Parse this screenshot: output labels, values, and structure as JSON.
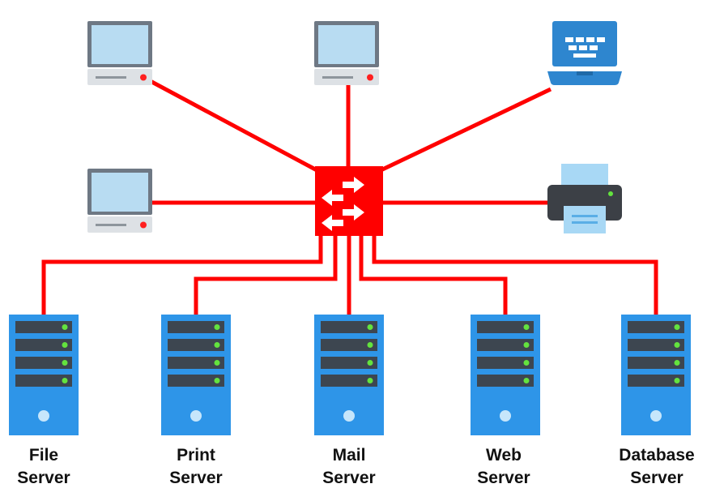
{
  "colors": {
    "link": "#ff0000",
    "switch": "#ff0000",
    "monitor_bezel": "#6e7884",
    "monitor_screen": "#b8dcf2",
    "case": "#dde1e5",
    "case_led": "#ff1f1f",
    "laptop": "#2e86cf",
    "printer_body": "#3c4046",
    "printer_paper": "#a8d8f5",
    "server_tower": "#2e95e8",
    "server_drive": "#3d4650",
    "server_led": "#63e33e",
    "server_button": "#c6e6fb"
  },
  "icons": {
    "desktop": "desktop-computer-icon",
    "laptop": "laptop-icon",
    "printer": "printer-icon",
    "switch": "network-switch-icon",
    "server": "server-tower-icon"
  },
  "servers": [
    {
      "label_line1": "File",
      "label_line2": "Server"
    },
    {
      "label_line1": "Print",
      "label_line2": "Server"
    },
    {
      "label_line1": "Mail",
      "label_line2": "Server"
    },
    {
      "label_line1": "Web",
      "label_line2": "Server"
    },
    {
      "label_line1": "Database",
      "label_line2": "Server"
    }
  ]
}
